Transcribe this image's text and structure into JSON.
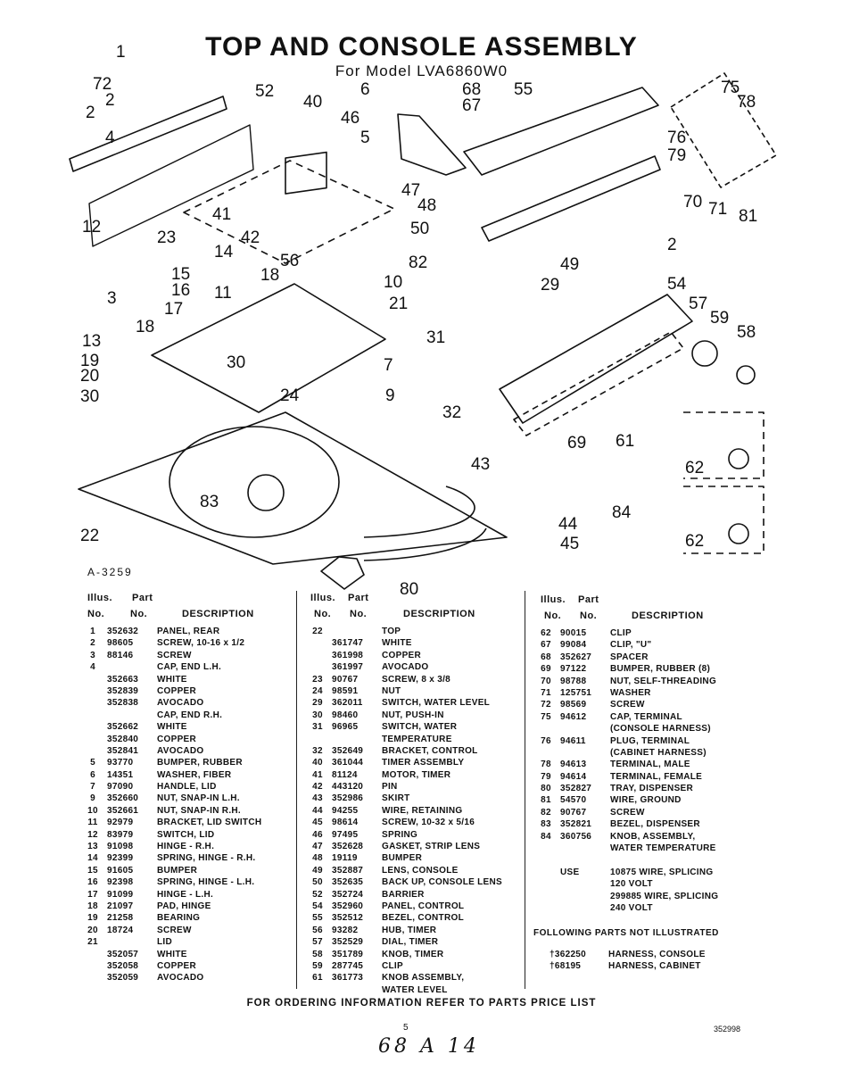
{
  "header": {
    "title": "TOP AND CONSOLE ASSEMBLY",
    "subtitle": "For Model LVA6860W0"
  },
  "diagram": {
    "figure_ref": "A-3259",
    "callouts": [
      "1",
      "2",
      "2",
      "2",
      "3",
      "4",
      "5",
      "6",
      "7",
      "9",
      "10",
      "11",
      "12",
      "13",
      "14",
      "15",
      "16",
      "17",
      "18",
      "18",
      "19",
      "20",
      "21",
      "22",
      "23",
      "24",
      "29",
      "30",
      "30",
      "31",
      "32",
      "40",
      "41",
      "42",
      "43",
      "44",
      "45",
      "46",
      "47",
      "48",
      "49",
      "50",
      "52",
      "54",
      "55",
      "56",
      "57",
      "58",
      "59",
      "61",
      "62",
      "62",
      "67",
      "68",
      "69",
      "70",
      "71",
      "72",
      "75",
      "76",
      "78",
      "79",
      "80",
      "81",
      "82",
      "83",
      "84"
    ]
  },
  "table_headers": {
    "illus": "Illus.",
    "part": "Part",
    "no": "No.",
    "part_no": "No.",
    "description": "DESCRIPTION"
  },
  "col1": [
    [
      "1",
      "352632",
      "PANEL, REAR"
    ],
    [
      "2",
      "98605",
      "SCREW, 10-16 x 1/2"
    ],
    [
      "3",
      "88146",
      "SCREW"
    ],
    [
      "4",
      "",
      "CAP, END L.H."
    ],
    [
      "",
      "352663",
      "WHITE"
    ],
    [
      "",
      "352839",
      "COPPER"
    ],
    [
      "",
      "352838",
      "AVOCADO"
    ],
    [
      "",
      "",
      "CAP, END R.H."
    ],
    [
      "",
      "352662",
      "WHITE"
    ],
    [
      "",
      "352840",
      "COPPER"
    ],
    [
      "",
      "352841",
      "AVOCADO"
    ],
    [
      "5",
      "93770",
      "BUMPER, RUBBER"
    ],
    [
      "6",
      "14351",
      "WASHER, FIBER"
    ],
    [
      "7",
      "97090",
      "HANDLE, LID"
    ],
    [
      "9",
      "352660",
      "NUT, SNAP-IN L.H."
    ],
    [
      "10",
      "352661",
      "NUT, SNAP-IN R.H."
    ],
    [
      "11",
      "92979",
      "BRACKET, LID SWITCH"
    ],
    [
      "12",
      "83979",
      "SWITCH, LID"
    ],
    [
      "13",
      "91098",
      "HINGE - R.H."
    ],
    [
      "14",
      "92399",
      "SPRING, HINGE - R.H."
    ],
    [
      "15",
      "91605",
      "BUMPER"
    ],
    [
      "16",
      "92398",
      "SPRING, HINGE - L.H."
    ],
    [
      "17",
      "91099",
      "HINGE - L.H."
    ],
    [
      "18",
      "21097",
      "PAD, HINGE"
    ],
    [
      "19",
      "21258",
      "BEARING"
    ],
    [
      "20",
      "18724",
      "SCREW"
    ],
    [
      "21",
      "",
      "LID"
    ],
    [
      "",
      "352057",
      "WHITE"
    ],
    [
      "",
      "352058",
      "COPPER"
    ],
    [
      "",
      "352059",
      "AVOCADO"
    ]
  ],
  "col2": [
    [
      "22",
      "",
      "TOP"
    ],
    [
      "",
      "361747",
      "WHITE"
    ],
    [
      "",
      "361998",
      "COPPER"
    ],
    [
      "",
      "361997",
      "AVOCADO"
    ],
    [
      "23",
      "90767",
      "SCREW, 8 x 3/8"
    ],
    [
      "24",
      "98591",
      "NUT"
    ],
    [
      "29",
      "362011",
      "SWITCH, WATER LEVEL"
    ],
    [
      "30",
      "98460",
      "NUT, PUSH-IN"
    ],
    [
      "31",
      "96965",
      "SWITCH, WATER"
    ],
    [
      "",
      "",
      "TEMPERATURE"
    ],
    [
      "32",
      "352649",
      "BRACKET, CONTROL"
    ],
    [
      "40",
      "361044",
      "TIMER ASSEMBLY"
    ],
    [
      "41",
      "81124",
      "MOTOR, TIMER"
    ],
    [
      "42",
      "443120",
      "PIN"
    ],
    [
      "43",
      "352986",
      "SKIRT"
    ],
    [
      "44",
      "94255",
      "WIRE, RETAINING"
    ],
    [
      "45",
      "98614",
      "SCREW, 10-32 x 5/16"
    ],
    [
      "46",
      "97495",
      "SPRING"
    ],
    [
      "47",
      "352628",
      "GASKET, STRIP LENS"
    ],
    [
      "48",
      "19119",
      "BUMPER"
    ],
    [
      "49",
      "352887",
      "LENS, CONSOLE"
    ],
    [
      "50",
      "352635",
      "BACK UP, CONSOLE LENS"
    ],
    [
      "52",
      "352724",
      "BARRIER"
    ],
    [
      "54",
      "352960",
      "PANEL, CONTROL"
    ],
    [
      "55",
      "352512",
      "BEZEL, CONTROL"
    ],
    [
      "56",
      "93282",
      "HUB, TIMER"
    ],
    [
      "57",
      "352529",
      "DIAL, TIMER"
    ],
    [
      "58",
      "351789",
      "KNOB, TIMER"
    ],
    [
      "59",
      "287745",
      "CLIP"
    ],
    [
      "61",
      "361773",
      "KNOB ASSEMBLY,"
    ],
    [
      "",
      "",
      "WATER LEVEL"
    ]
  ],
  "col3": [
    [
      "62",
      "90015",
      "CLIP"
    ],
    [
      "67",
      "99084",
      "CLIP, \"U\""
    ],
    [
      "68",
      "352627",
      "SPACER"
    ],
    [
      "69",
      "97122",
      "BUMPER, RUBBER (8)"
    ],
    [
      "70",
      "98788",
      "NUT, SELF-THREADING"
    ],
    [
      "71",
      "125751",
      "WASHER"
    ],
    [
      "72",
      "98569",
      "SCREW"
    ],
    [
      "75",
      "94612",
      "CAP, TERMINAL"
    ],
    [
      "",
      "",
      "(CONSOLE HARNESS)"
    ],
    [
      "76",
      "94611",
      "PLUG, TERMINAL"
    ],
    [
      "",
      "",
      "(CABINET HARNESS)"
    ],
    [
      "78",
      "94613",
      "TERMINAL, MALE"
    ],
    [
      "79",
      "94614",
      "TERMINAL, FEMALE"
    ],
    [
      "80",
      "352827",
      "TRAY, DISPENSER"
    ],
    [
      "81",
      "54570",
      "WIRE, GROUND"
    ],
    [
      "82",
      "90767",
      "SCREW"
    ],
    [
      "83",
      "352821",
      "BEZEL, DISPENSER"
    ],
    [
      "84",
      "360756",
      "KNOB, ASSEMBLY,"
    ],
    [
      "",
      "",
      "WATER TEMPERATURE"
    ],
    [
      "",
      "",
      ""
    ],
    [
      "",
      "USE",
      "10875 WIRE, SPLICING"
    ],
    [
      "",
      "",
      "120 VOLT"
    ],
    [
      "",
      "",
      "299885 WIRE, SPLICING"
    ],
    [
      "",
      "",
      "240 VOLT"
    ]
  ],
  "not_illustrated": {
    "heading": "FOLLOWING PARTS NOT ILLUSTRATED",
    "items": [
      [
        "†362250",
        "HARNESS, CONSOLE"
      ],
      [
        "†68195",
        "HARNESS, CABINET"
      ]
    ]
  },
  "footer": {
    "ordering_note": "FOR ORDERING INFORMATION REFER TO PARTS PRICE LIST",
    "page_number": "5",
    "doc_number": "352998",
    "handwritten": "68 A 14"
  }
}
